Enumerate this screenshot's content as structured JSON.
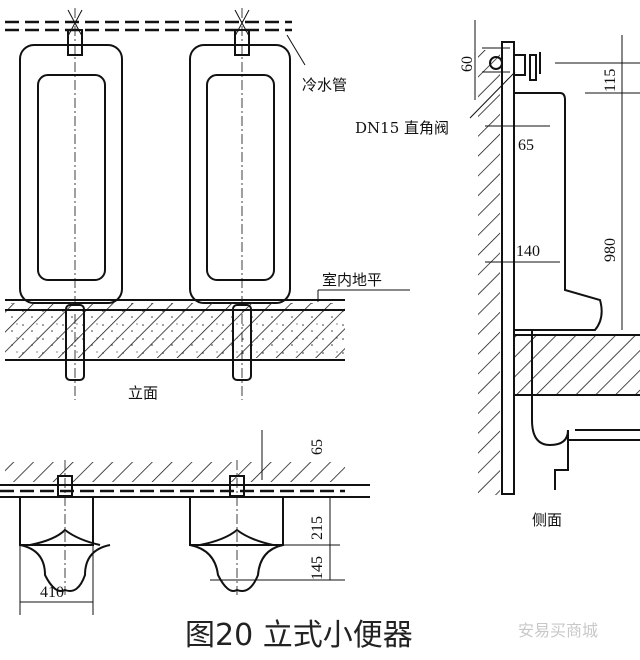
{
  "labels": {
    "cold_water_pipe": "冷水管",
    "angle_valve": "DN15 直角阀",
    "indoor_floor": "室内地平",
    "front_view": "立面",
    "side_view": "侧面"
  },
  "dimensions": {
    "side_valve_height": "60",
    "side_top_offset": "115",
    "side_valve_offset": "65",
    "side_depth": "140",
    "side_height": "980",
    "plan_wall_offset": "65",
    "plan_depth_upper": "215",
    "plan_depth_lower": "145",
    "plan_width": "410"
  },
  "caption": "图20  立式小便器",
  "watermark": "安易买商城"
}
